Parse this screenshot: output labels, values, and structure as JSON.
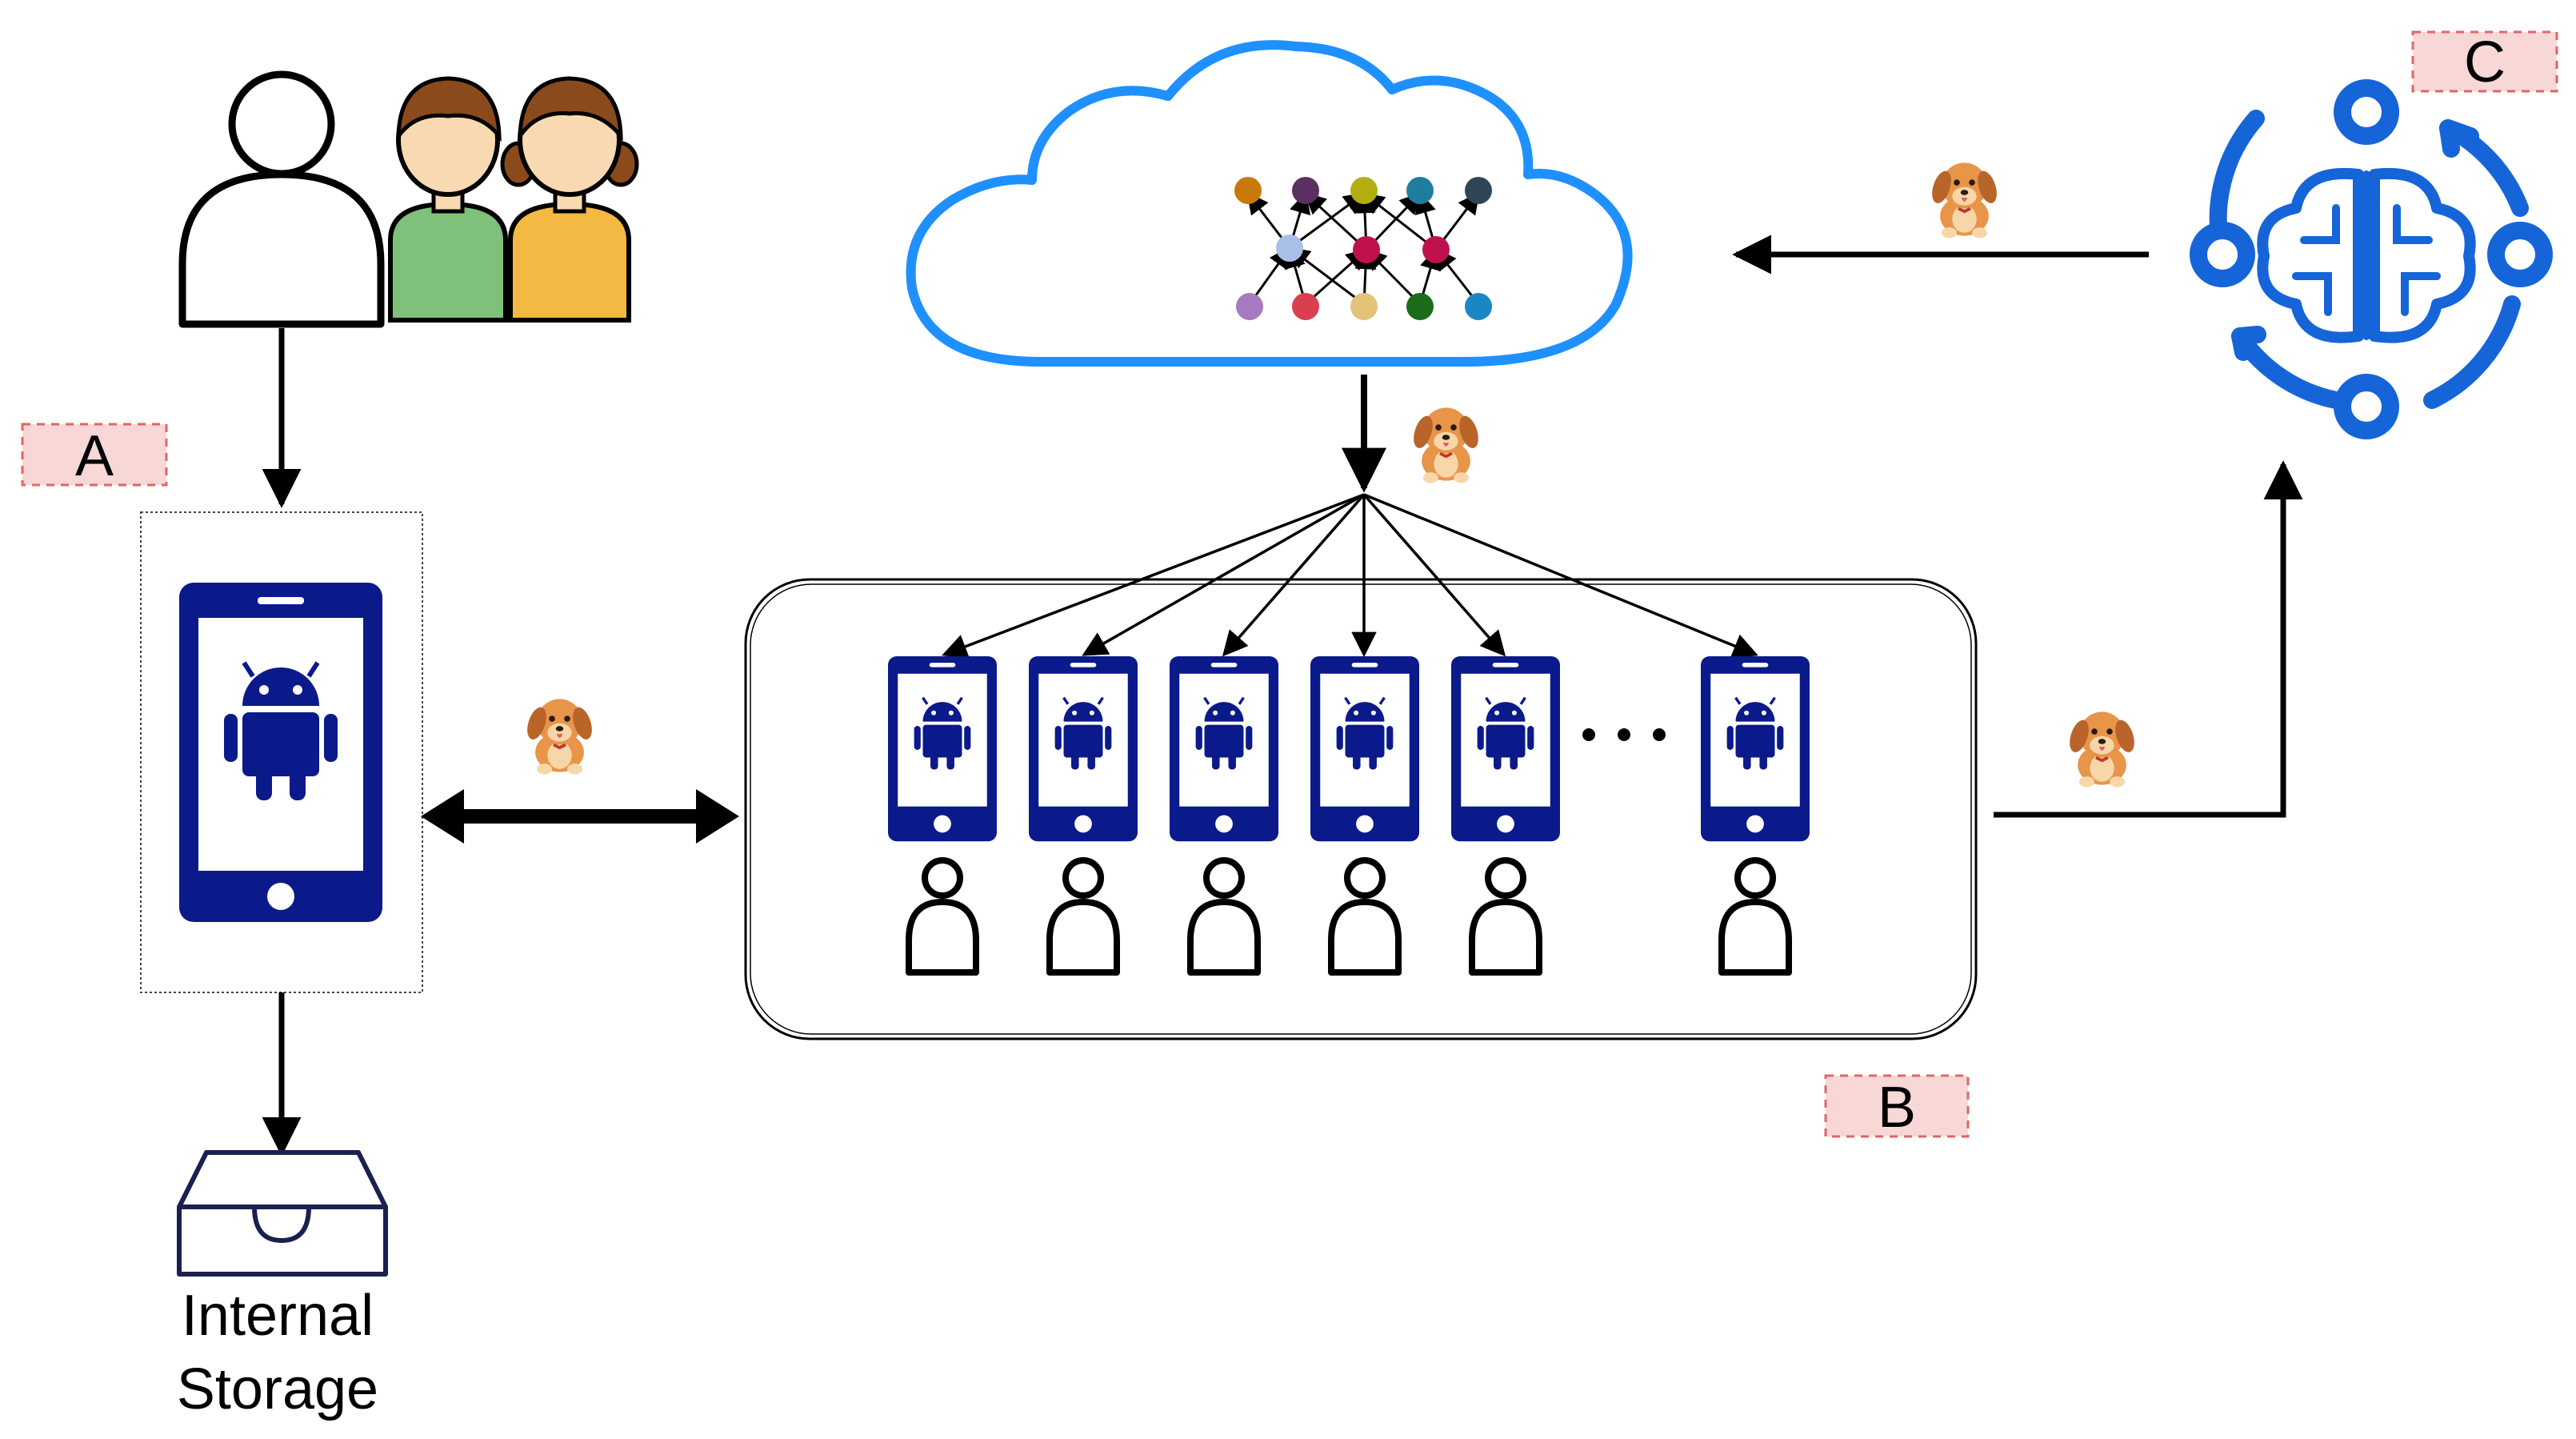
{
  "labels": {
    "a": "A",
    "b": "B",
    "c": "C"
  },
  "storage": {
    "line1": "Internal",
    "line2": "Storage"
  },
  "icons": {
    "users": "users-icon",
    "cloud": "cloud-icon",
    "neural_network": "neural-network-icon",
    "brain_cycle": "brain-cycle-icon",
    "phone": "android-phone-icon",
    "person": "person-icon",
    "dog": "dog-icon",
    "storage": "storage-tray-icon",
    "ellipsis": "ellipsis-icon"
  },
  "colors": {
    "phone_blue": "#0b1a8a",
    "cloud_blue": "#1e90ff",
    "brain_blue": "#1565d8",
    "tag_fill": "#f8d7d7",
    "tag_border": "#e06666",
    "arrow": "#000000",
    "dog_orange": "#e8954a",
    "green_shirt": "#7fc07a",
    "yellow_shirt": "#f4b942",
    "hair_brown": "#8b4a1c",
    "skin": "#f9d9b1"
  },
  "group_b": {
    "device_count_shown": 6
  }
}
